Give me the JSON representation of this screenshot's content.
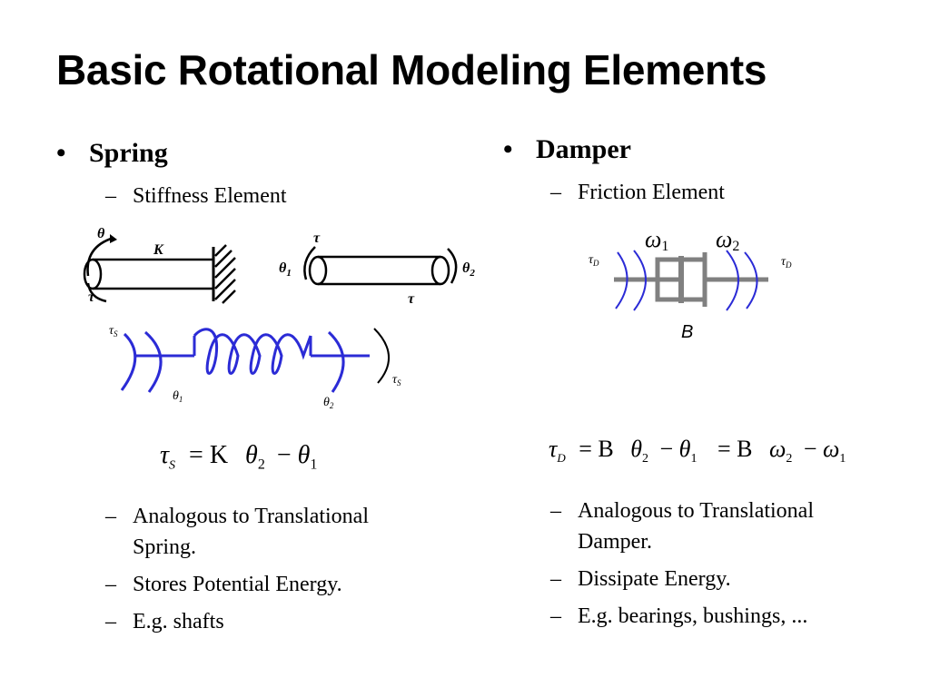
{
  "title": "Basic Rotational Modeling Elements",
  "left": {
    "heading": "Spring",
    "subtitle": "Stiffness Element",
    "bullets": [
      "Analogous to Translational Spring.",
      "Stores Potential Energy.",
      "E.g. shafts"
    ],
    "diagram_labels": {
      "theta": "θ",
      "K": "K",
      "tau": "τ",
      "theta1": "θ",
      "theta1_sub": "1",
      "theta2": "θ",
      "theta2_sub": "2"
    },
    "spring_labels": {
      "tau": "τ",
      "tau_sub": "S",
      "theta": "θ",
      "theta1_sub": "1",
      "theta2_sub": "2"
    },
    "equation": {
      "lhs": "τ",
      "lhs_sub": "S",
      "eq": "= K",
      "t2": "θ",
      "t2_sub": "2",
      "minus": "−",
      "t1": "θ",
      "t1_sub": "1"
    }
  },
  "right": {
    "heading": "Damper",
    "subtitle": "Friction Element",
    "bullets": [
      "Analogous to Translational Damper.",
      "Dissipate Energy.",
      "E.g. bearings, bushings, ..."
    ],
    "diagram_labels": {
      "omega": "ω",
      "omega1_sub": "1",
      "omega2_sub": "2",
      "tau": "τ",
      "tau_sub": "D",
      "B": "B"
    },
    "equation": {
      "lhs": "τ",
      "lhs_sub": "D",
      "eq1": "= B",
      "t2": "θ",
      "t2_sub": "2",
      "minus": "−",
      "t1": "θ",
      "t1_sub": "1",
      "eq2": "= B",
      "w2": "ω",
      "w2_sub": "2",
      "minus2": "−",
      "w1": "ω",
      "w1_sub": "1"
    }
  },
  "colors": {
    "text": "#000000",
    "spring_blue": "#2b2bd6",
    "damper_gray": "#808080",
    "damper_blue": "#2b2bd6"
  },
  "bullet_glyph": "•",
  "dash_glyph": "–"
}
